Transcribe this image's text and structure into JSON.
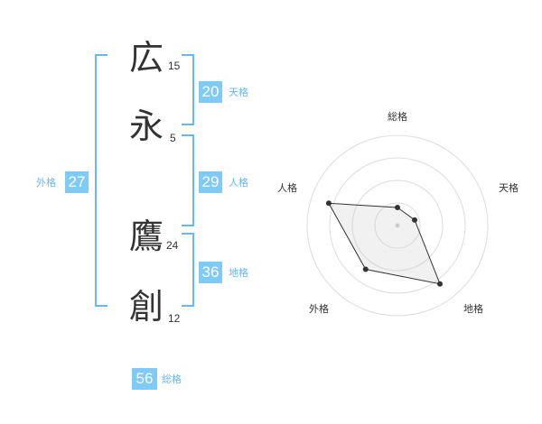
{
  "name_chars": [
    {
      "char": "広",
      "strokes": "15"
    },
    {
      "char": "永",
      "strokes": "5"
    },
    {
      "char": "鷹",
      "strokes": "24"
    },
    {
      "char": "創",
      "strokes": "12"
    }
  ],
  "kaku": {
    "tenkaku": {
      "label": "天格",
      "value": "20"
    },
    "jinkaku": {
      "label": "人格",
      "value": "29"
    },
    "chikaku": {
      "label": "地格",
      "value": "36"
    },
    "gaikaku": {
      "label": "外格",
      "value": "27"
    },
    "soukaku": {
      "label": "総格",
      "value": "56"
    }
  },
  "colors": {
    "badge": "#7fcaf6",
    "label": "#6ab7e9",
    "bracket": "#66b8ee"
  },
  "radar_labels": {
    "top": "総格",
    "upper_right": "天格",
    "lower_right": "地格",
    "lower_left": "外格",
    "upper_left": "人格"
  },
  "chart_data": {
    "type": "radar",
    "axes": [
      "総格",
      "天格",
      "地格",
      "外格",
      "人格"
    ],
    "values": [
      0.2,
      0.2,
      0.8,
      0.6,
      0.8
    ],
    "range": [
      0,
      1
    ],
    "rings": 4
  }
}
